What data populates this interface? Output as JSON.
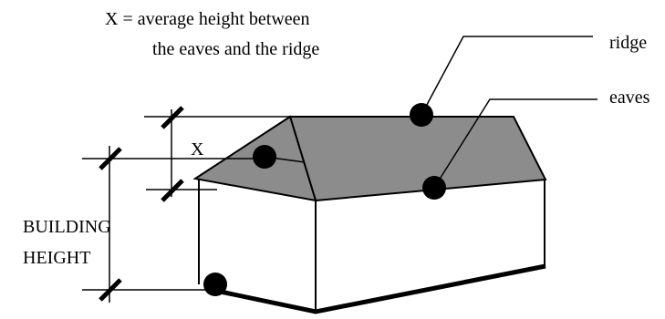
{
  "diagram": {
    "note_line1": "X = average height between",
    "note_line2": "the eaves and the ridge",
    "label_ridge": "ridge",
    "label_eaves": "eaves",
    "label_x": "X",
    "label_building": "BUILDING",
    "label_height": "HEIGHT"
  },
  "colors": {
    "roof_fill": "#8c8c8c",
    "stroke": "#000000",
    "background": "#ffffff"
  }
}
